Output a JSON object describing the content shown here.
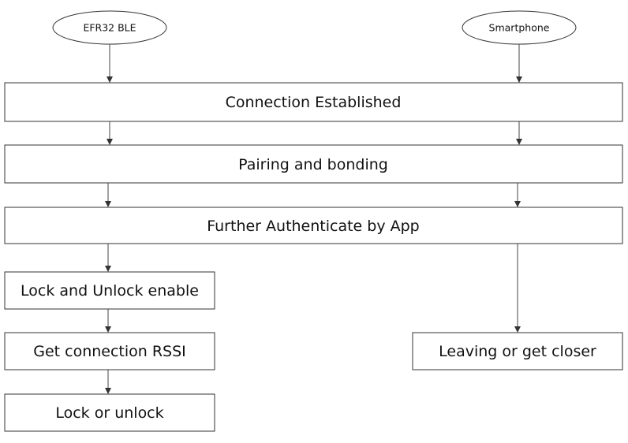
{
  "start_nodes": {
    "left": "EFR32 BLE",
    "right": "Smartphone"
  },
  "steps": {
    "connection": "Connection Established",
    "pairing": "Pairing and bonding",
    "authenticate": "Further Authenticate by App",
    "lock_enable": "Lock and Unlock enable",
    "get_rssi": "Get connection RSSI",
    "lock_unlock": "Lock or unlock",
    "leaving": "Leaving or get closer"
  }
}
